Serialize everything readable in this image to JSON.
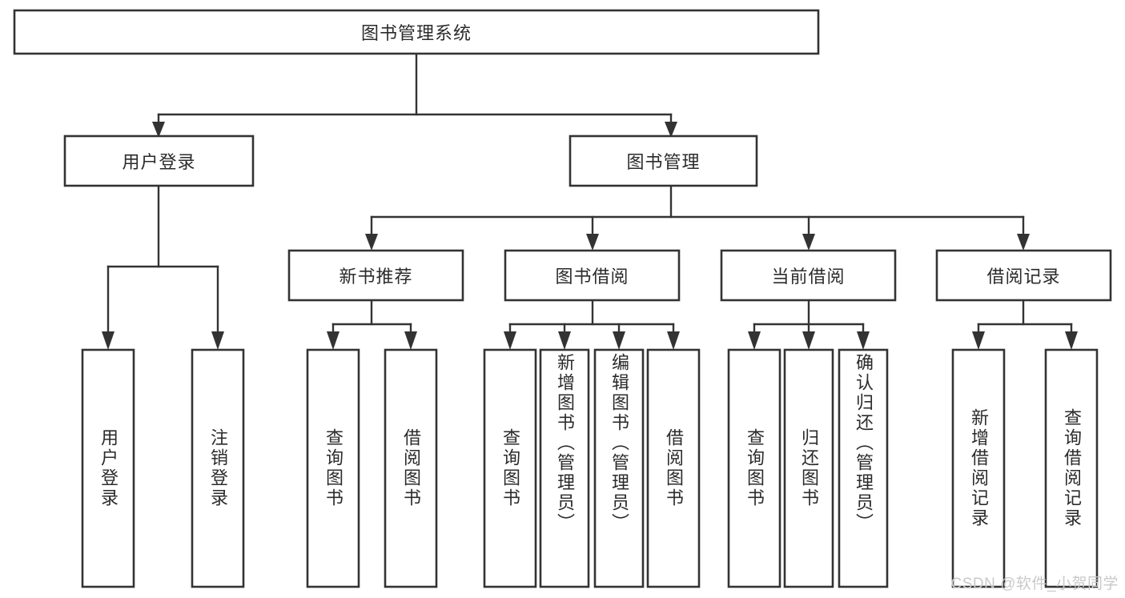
{
  "diagram": {
    "type": "tree-hierarchy",
    "title": "图书管理系统",
    "orientation": "top-down",
    "root": {
      "id": "root",
      "label": "图书管理系统",
      "text_orientation": "horizontal"
    },
    "level2": [
      {
        "id": "user-login",
        "label": "用户登录",
        "text_orientation": "horizontal"
      },
      {
        "id": "book-manage",
        "label": "图书管理",
        "text_orientation": "horizontal"
      }
    ],
    "level3": [
      {
        "id": "new-book-rec",
        "label": "新书推荐",
        "parent": "book-manage",
        "text_orientation": "horizontal"
      },
      {
        "id": "book-borrow",
        "label": "图书借阅",
        "parent": "book-manage",
        "text_orientation": "horizontal"
      },
      {
        "id": "current-borrow",
        "label": "当前借阅",
        "parent": "book-manage",
        "text_orientation": "horizontal"
      },
      {
        "id": "borrow-record",
        "label": "借阅记录",
        "parent": "book-manage",
        "text_orientation": "horizontal"
      }
    ],
    "leaves": [
      {
        "id": "leaf-user-login",
        "label": "用户登录",
        "parent": "user-login",
        "text_orientation": "vertical"
      },
      {
        "id": "leaf-user-logout",
        "label": "注销登录",
        "parent": "user-login",
        "text_orientation": "vertical"
      },
      {
        "id": "leaf-query-book-1",
        "label": "查询图书",
        "parent": "new-book-rec",
        "text_orientation": "vertical"
      },
      {
        "id": "leaf-borrow-book-1",
        "label": "借阅图书",
        "parent": "new-book-rec",
        "text_orientation": "vertical"
      },
      {
        "id": "leaf-query-book-2",
        "label": "查询图书",
        "parent": "book-borrow",
        "text_orientation": "vertical"
      },
      {
        "id": "leaf-add-book",
        "label": "新增图书（管理员）",
        "parent": "book-borrow",
        "text_orientation": "vertical"
      },
      {
        "id": "leaf-edit-book",
        "label": "编辑图书（管理员）",
        "parent": "book-borrow",
        "text_orientation": "vertical"
      },
      {
        "id": "leaf-borrow-book-2",
        "label": "借阅图书",
        "parent": "book-borrow",
        "text_orientation": "vertical"
      },
      {
        "id": "leaf-query-book-3",
        "label": "查询图书",
        "parent": "current-borrow",
        "text_orientation": "vertical"
      },
      {
        "id": "leaf-return-book",
        "label": "归还图书",
        "parent": "current-borrow",
        "text_orientation": "vertical"
      },
      {
        "id": "leaf-confirm-return",
        "label": "确认归还（管理员）",
        "parent": "current-borrow",
        "text_orientation": "vertical"
      },
      {
        "id": "leaf-add-record",
        "label": "新增借阅记录",
        "parent": "borrow-record",
        "text_orientation": "vertical"
      },
      {
        "id": "leaf-query-record",
        "label": "查询借阅记录",
        "parent": "borrow-record",
        "text_orientation": "vertical"
      }
    ],
    "colors": {
      "box_fill": "#ffffff",
      "box_stroke": "#333333",
      "connector": "#333333",
      "text": "#2b2b2b",
      "background": "#ffffff",
      "watermark": "#c9c9c9"
    }
  },
  "watermark": {
    "text": "CSDN @软件_小贺同学"
  }
}
